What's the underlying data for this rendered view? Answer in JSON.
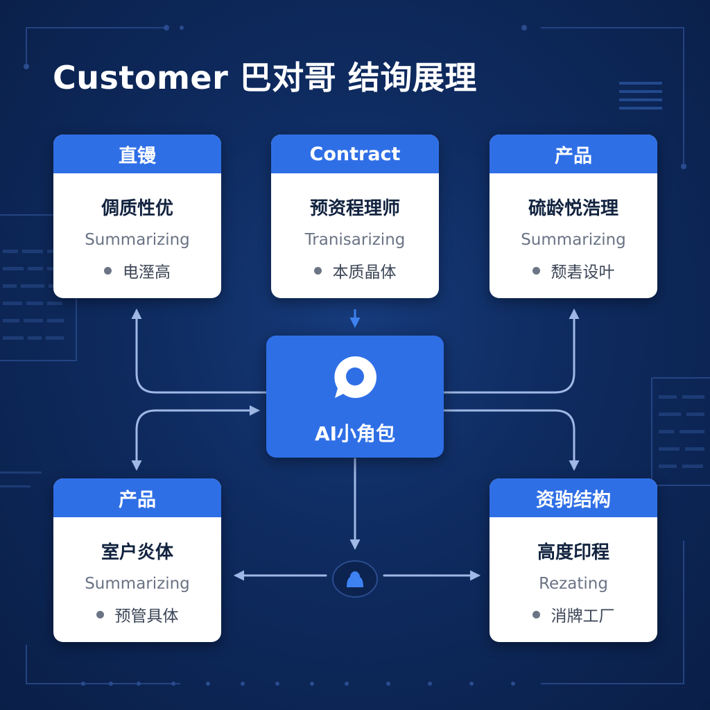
{
  "title": "Customer 巴对哥 结询展理",
  "center": {
    "label": "AI小角包",
    "icon": "chat-bubble-icon"
  },
  "user_node": {
    "icon": "user-icon"
  },
  "cards": [
    {
      "header": "直镘",
      "title": "倜质性优",
      "subtitle": "Summarizing",
      "bullet": "电溼高"
    },
    {
      "header": "Contract",
      "title": "预资程理师",
      "subtitle": "Tranisarizing",
      "bullet": "本质晶体"
    },
    {
      "header": "产品",
      "title": "硫龄悦浩理",
      "subtitle": "Summarizing",
      "bullet": "颓砉设叶"
    },
    {
      "header": "产品",
      "title": "室户炎体",
      "subtitle": "Summarizing",
      "bullet": "预管具体"
    },
    {
      "header": "资驹结构",
      "title": "高度印程",
      "subtitle": "Rezating",
      "bullet": "消牌工厂"
    }
  ],
  "colors": {
    "background": "#0e2a5e",
    "accent": "#2f6fe6",
    "connector": "#9fb8e6",
    "card": "#ffffff"
  }
}
